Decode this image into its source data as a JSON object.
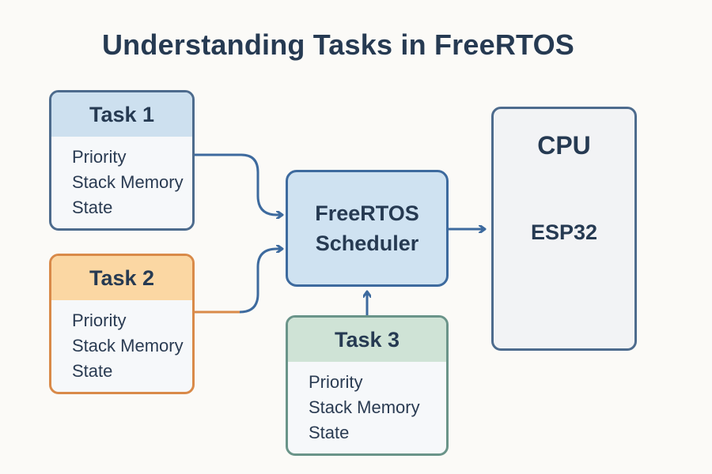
{
  "title": "Understanding Tasks in FreeRTOS",
  "tasks": [
    {
      "name": "Task 1",
      "fields": [
        "Priority",
        "Stack Memory",
        "State"
      ],
      "color": "#cde0ef",
      "border": "#4d6b8d"
    },
    {
      "name": "Task 2",
      "fields": [
        "Priority",
        "Stack Memory",
        "State"
      ],
      "color": "#fbd7a3",
      "border": "#d98a49"
    },
    {
      "name": "Task 3",
      "fields": [
        "Priority",
        "Stack Memory",
        "State"
      ],
      "color": "#cfe3d6",
      "border": "#6a9489"
    }
  ],
  "scheduler": {
    "line1": "FreeRTOS",
    "line2": "Scheduler"
  },
  "cpu": {
    "title": "CPU",
    "chip": "ESP32"
  },
  "edges": [
    {
      "from": "Task 1",
      "to": "FreeRTOS Scheduler"
    },
    {
      "from": "Task 2",
      "to": "FreeRTOS Scheduler"
    },
    {
      "from": "Task 3",
      "to": "FreeRTOS Scheduler"
    },
    {
      "from": "FreeRTOS Scheduler",
      "to": "CPU"
    }
  ],
  "colors": {
    "arrow": "#3d6a9e",
    "task2_arrow": "#d98a49",
    "text": "#263a52",
    "background": "#fbfaf7"
  }
}
